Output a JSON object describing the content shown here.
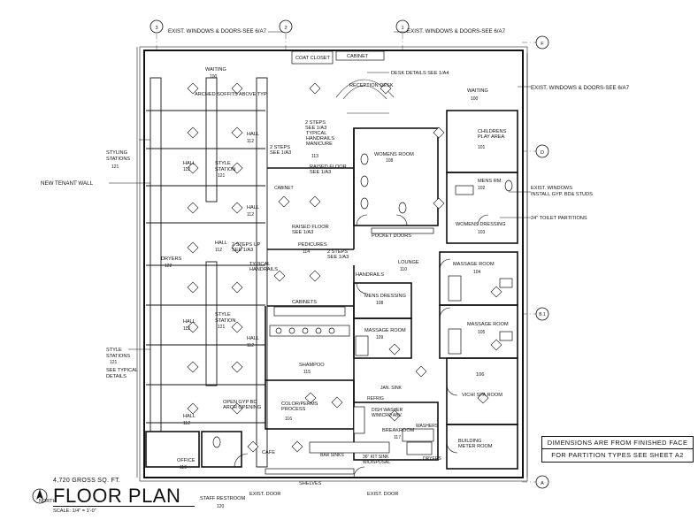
{
  "grid": {
    "col_3": "3",
    "col_2": "2",
    "col_1": "1",
    "col_F": "F",
    "col_D": "D",
    "col_B1": "B.1",
    "col_A": "A"
  },
  "rooms": {
    "coat_closet": "COAT CLOSET",
    "cabinet_top": "CABINET",
    "reception": "RECEPTION DESK",
    "waiting_left": "WAITING",
    "waiting_left_num": "100",
    "waiting_right": "WAITING",
    "waiting_right_num": "100",
    "styling_stations": "STYLING\nSTATIONS",
    "styling_stations_num": "121",
    "hall": "HALL",
    "hall_num": "112",
    "style_station": "STYLE\nSTATION",
    "style_station_num": "121",
    "manicure": "TYPICAL\nHANDRAILS\nMANICURE",
    "manicure_num": "113",
    "raised_floor": "RAISED FLOOR\nSEE 1/A3",
    "womens_room": "WOMENS ROOM",
    "womens_room_num": "108",
    "childrens_play": "CHILDRENS\nPLAY AREA",
    "childrens_play_num": "101",
    "mens_rm": "MENS RM.",
    "mens_rm_num": "102",
    "womens_dressing": "WOMENS DRESSING",
    "womens_dressing_num": "103",
    "pedicures": "PEDICURES",
    "pedicures_num": "114",
    "raised_floor_2": "RAISED FLOOR\nSEE 1/A3",
    "lounge": "LOUNGE",
    "lounge_num": "110",
    "dryers": "DRYERS",
    "dryers_num": "122",
    "massage_104": "MASSAGE ROOM",
    "massage_104_num": "104",
    "mens_dressing": "MENS DRESSING",
    "mens_dressing_num": "108",
    "massage_109": "MASSAGE ROOM",
    "massage_109_num": "109",
    "massage_105": "MASSAGE ROOM",
    "massage_105_num": "105",
    "shampoo": "SHAMPOO",
    "shampoo_num": "115",
    "vichi_spa": "VICHI SPA ROOM",
    "vichi_spa_num": "106",
    "color_perms": "COLOR/PERMS\nPROCESS",
    "color_perms_num": "116",
    "breakroom": "BREAKROOM",
    "breakroom_num": "117",
    "office": "OFFICE",
    "office_num": "119",
    "staff_restroom": "STAFF RESTROOM",
    "staff_restroom_num": "120",
    "cafe": "CAFE",
    "building_meter": "BUILDING\nMETER ROOM",
    "cabinet_mid": "CABINET",
    "cabinets_shampoo": "CABINETS",
    "pocket_doors": "POCKET DOORS",
    "handrails": "HANDRAILS",
    "typical_handrails": "TYPICAL\nHANDRAILS"
  },
  "annotations": {
    "exist_windows_left": "EXIST. WINDOWS & DOORS-SEE 6/A7",
    "exist_windows_top_right": "EXIST. WINDOWS & DOORS-SEE 6/A7",
    "exist_windows_right": "EXIST. WINDOWS & DOORS-SEE 6/A7",
    "desk_details": "DESK DETAILS SEE 1/A4",
    "arched_soffits": "ARCHED SOFFITS ABOVE TYP.",
    "two_steps_1": "2 STEPS\nSEE 1/A3",
    "two_steps_2": "2 STEPS\nSEE 1/A3",
    "two_steps_up": "2 STEPS UP\nSEE 1/A3",
    "two_steps_3": "2 STEPS\nSEE 1/A3",
    "new_tenant_wall": "NEW TENANT WALL",
    "exist_windows_gyp": "EXIST. WINDOWS\nINSTALL GYP. BD& STUDS",
    "toilet_partitions": "24\" TOILET PARTITIONS",
    "see_typical": "SEE TYPICAL\nDETAILS",
    "open_gyp_arch": "OPEN GYP BD\nARCH OPENING",
    "exist_door_1": "EXIST. DOOR",
    "exist_door_2": "EXIST. DOOR",
    "shelves": "SHELVES",
    "dish_washer": "DISH WASHER\nW/MICRO ABV.",
    "bar_sinks": "BAR SINKS",
    "kit_sink": "36\" KIT SINK\nW/DISPOSAL",
    "washers": "WASHERS",
    "dryers_lbl": "DRYERS",
    "refrig": "REFRIG",
    "jan_sink": "JAN. SINK"
  },
  "notes": {
    "dimensions": "DIMENSIONS ARE FROM FINISHED FACE",
    "partition_types": "FOR PARTITION TYPES SEE SHEET A2"
  },
  "title_block": {
    "gross_area": "4,720 GROSS SQ. FT.",
    "north": "NORTH",
    "title": "FLOOR PLAN",
    "scale": "SCALE: 1/4\" = 1'-0\""
  }
}
